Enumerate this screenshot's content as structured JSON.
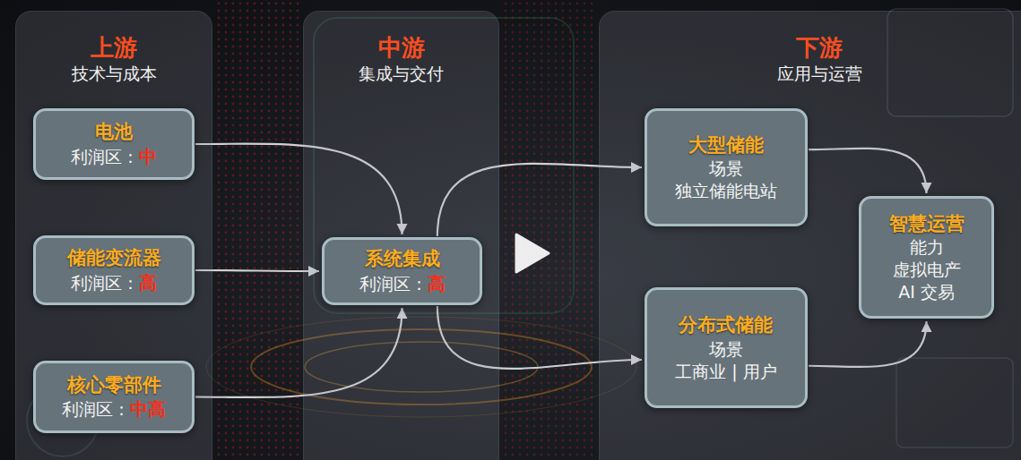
{
  "diagram": {
    "nodes": [
      {
        "text": [
          "上游",
          "技术与成本"
        ]
      },
      {
        "text": [
          "电池",
          "利润区：",
          "中"
        ],
        "in": 0
      },
      {
        "text": [
          "储能变流器",
          "利润区：",
          "高"
        ],
        "in": 0
      },
      {
        "text": [
          "核心零部件",
          "利润区：",
          "中高"
        ],
        "in": 0
      },
      {
        "text": [
          "中游",
          "集成与交付"
        ]
      },
      {
        "text": [
          "系统集成",
          "利润区：",
          "高"
        ],
        "in": 4
      },
      {
        "text": [
          "下游",
          "应用与运营"
        ]
      },
      {
        "text": [
          "大型储能",
          "场景",
          "独立储能电站"
        ],
        "in": 6
      },
      {
        "text": [
          "分布式储能",
          "场景",
          "工商业 | 用户"
        ],
        "in": 6
      },
      {
        "text": [
          "智慧运营",
          "能力",
          "虚拟电产",
          "AI 交易"
        ],
        "in": 6
      }
    ],
    "edges": [
      {
        "from": 1,
        "to": 5,
        "arrow": "to"
      },
      {
        "from": 2,
        "to": 5,
        "arrow": "to"
      },
      {
        "from": 3,
        "to": 5,
        "arrow": "to"
      },
      {
        "from": 5,
        "to": 7,
        "arrow": "to"
      },
      {
        "from": 5,
        "to": 8,
        "arrow": "to"
      },
      {
        "from": 7,
        "to": 9,
        "arrow": "to"
      },
      {
        "from": 8,
        "to": 9,
        "arrow": "to"
      }
    ]
  }
}
